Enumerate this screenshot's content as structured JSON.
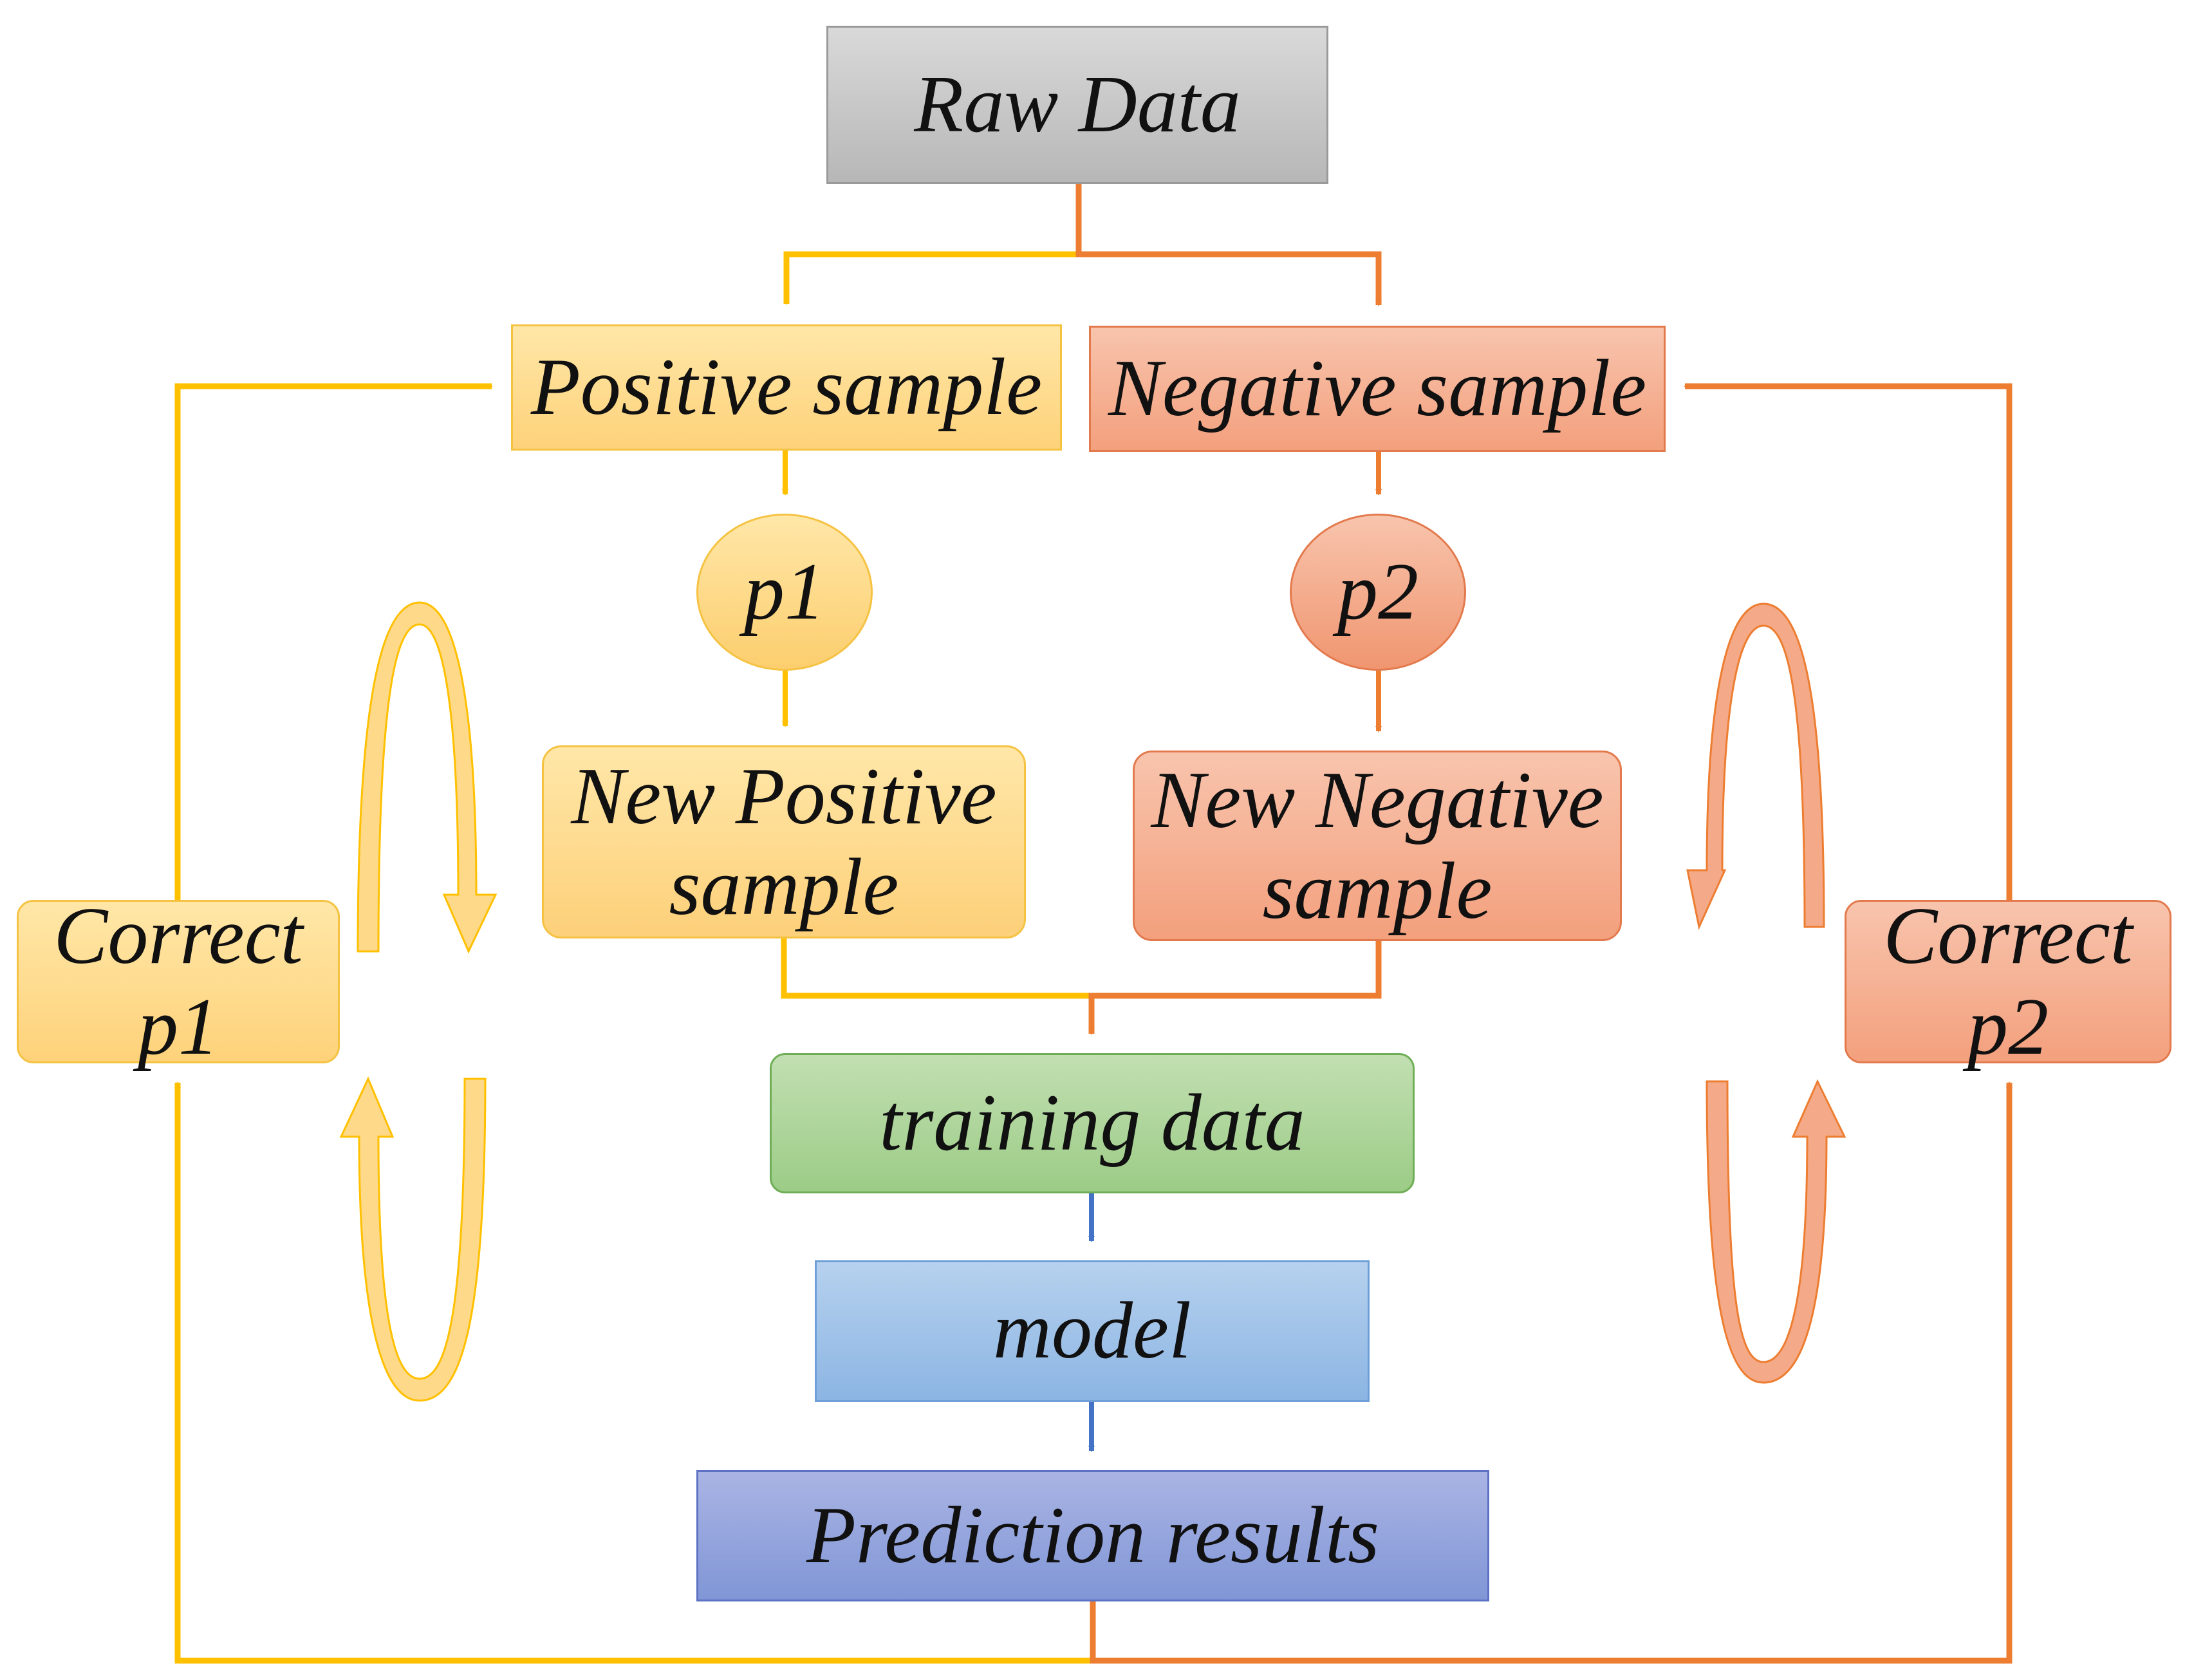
{
  "nodes": {
    "raw_data": "Raw Data",
    "positive_sample": "Positive sample",
    "negative_sample": "Negative sample",
    "p1": "p1",
    "p2": "p2",
    "new_positive_line1": "New Positive",
    "new_positive_line2": "sample",
    "new_negative_line1": "New Negative",
    "new_negative_line2": "sample",
    "correct_p1_line1": "Correct",
    "correct_p1_line2": "p1",
    "correct_p2_line1": "Correct",
    "correct_p2_line2": "p2",
    "training_data": "training data",
    "model": "model",
    "prediction_results": "Prediction results"
  },
  "colors": {
    "positive": "#FFC000",
    "negative": "#ED7D31",
    "flow": "#4472C4",
    "positive_loop": "#FFD98A",
    "negative_loop": "#F4AA88"
  },
  "edges": [
    {
      "from": "raw_data",
      "to": "positive_sample",
      "color": "positive"
    },
    {
      "from": "raw_data",
      "to": "negative_sample",
      "color": "negative"
    },
    {
      "from": "positive_sample",
      "to": "p1",
      "color": "positive"
    },
    {
      "from": "negative_sample",
      "to": "p2",
      "color": "negative"
    },
    {
      "from": "p1",
      "to": "new_positive_sample",
      "color": "positive"
    },
    {
      "from": "p2",
      "to": "new_negative_sample",
      "color": "negative"
    },
    {
      "from": "new_positive_sample",
      "to": "training_data",
      "color": "positive"
    },
    {
      "from": "new_negative_sample",
      "to": "training_data",
      "color": "negative"
    },
    {
      "from": "training_data",
      "to": "model",
      "color": "flow"
    },
    {
      "from": "model",
      "to": "prediction_results",
      "color": "flow"
    },
    {
      "from": "prediction_results",
      "to": "correct_p1",
      "color": "positive"
    },
    {
      "from": "prediction_results",
      "to": "correct_p2",
      "color": "negative"
    },
    {
      "from": "correct_p1",
      "to": "positive_sample",
      "color": "positive"
    },
    {
      "from": "correct_p2",
      "to": "negative_sample",
      "color": "negative"
    }
  ]
}
